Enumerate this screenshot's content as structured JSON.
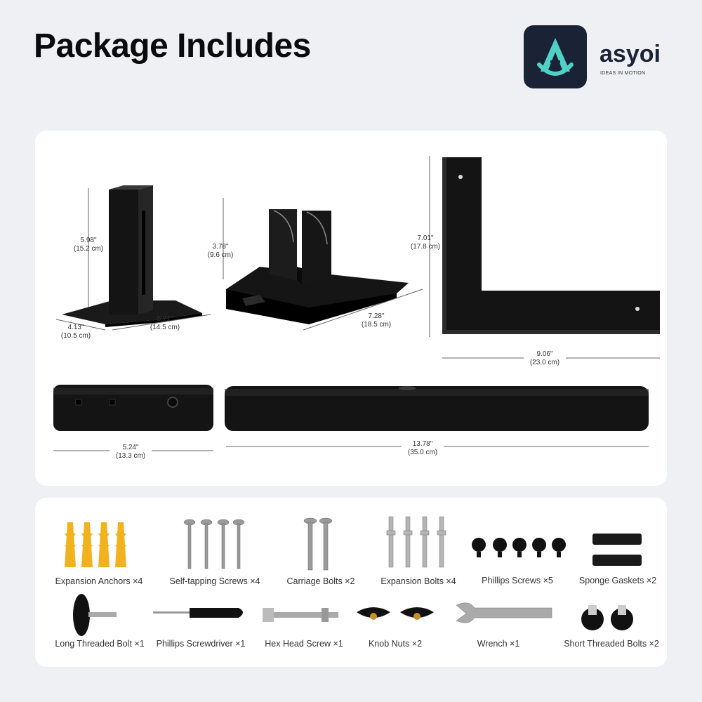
{
  "header": {
    "title": "Package Includes",
    "brand": "asyoi",
    "tagline": "IDEAS IN MOTION"
  },
  "dimensions": {
    "post_height": "5.98\"",
    "post_height_cm": "(15.2 cm)",
    "post_depth": "4.13\"",
    "post_depth_cm": "(10.5 cm)",
    "post_width": "5.71\"",
    "post_width_cm": "(14.5 cm)",
    "mount_height": "3.78\"",
    "mount_height_cm": "(9.6 cm)",
    "mount_length": "7.28\"",
    "mount_length_cm": "(18.5 cm)",
    "bracket_height": "7.01\"",
    "bracket_height_cm": "(17.8 cm)",
    "bracket_width": "9.06\"",
    "bracket_width_cm": "(23.0 cm)",
    "short_tube": "5.24\"",
    "short_tube_cm": "(13.3 cm)",
    "long_tube": "13.78\"",
    "long_tube_cm": "(35.0 cm)"
  },
  "hardware": [
    {
      "label": "Expansion Anchors ×4",
      "icon": "expansion-anchor-icon"
    },
    {
      "label": "Self-tapping Screws ×4",
      "icon": "self-tapping-screw-icon"
    },
    {
      "label": "Carriage Bolts ×2",
      "icon": "carriage-bolt-icon"
    },
    {
      "label": "Expansion Bolts ×4",
      "icon": "expansion-bolt-icon"
    },
    {
      "label": "Phillips Screws ×5",
      "icon": "phillips-screw-icon"
    },
    {
      "label": "Sponge Gaskets ×2",
      "icon": "sponge-gasket-icon"
    },
    {
      "label": "Long Threaded Bolt ×1",
      "icon": "long-threaded-bolt-icon"
    },
    {
      "label": "Phillips Screwdriver ×1",
      "icon": "screwdriver-icon"
    },
    {
      "label": "Hex Head Screw ×1",
      "icon": "hex-head-screw-icon"
    },
    {
      "label": "Knob Nuts ×2",
      "icon": "knob-nut-icon"
    },
    {
      "label": "Wrench ×1",
      "icon": "wrench-icon"
    },
    {
      "label": "Short Threaded Bolts ×2",
      "icon": "short-threaded-bolt-icon"
    }
  ],
  "colors": {
    "background": "#eef0f3",
    "panel": "#ffffff",
    "metal": "#111111",
    "anchor_yellow": "#f2b21e",
    "steel": "#9a9a9a",
    "logo_bg": "#1a2235",
    "logo_accent": "#4fd1c5"
  }
}
